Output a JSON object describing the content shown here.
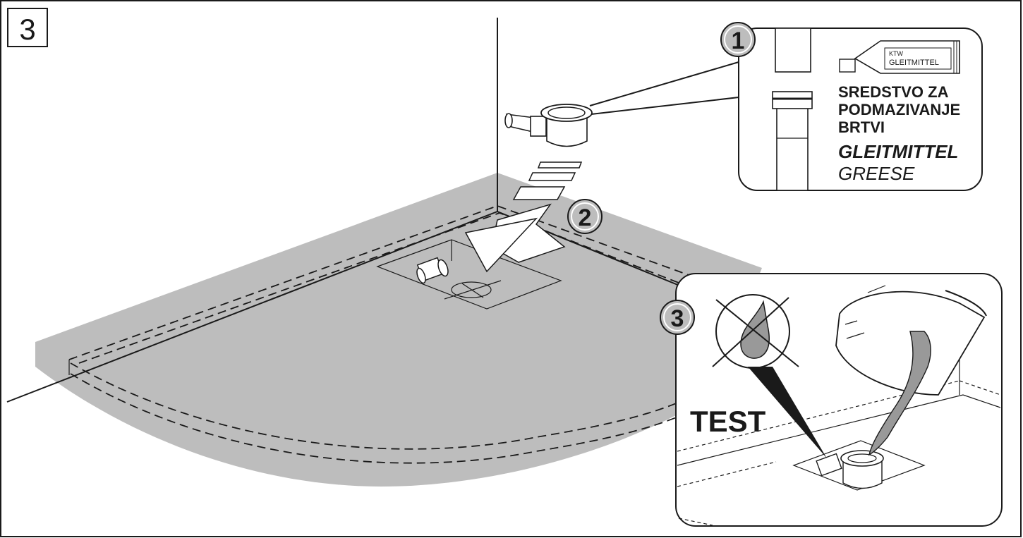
{
  "step_number": "3",
  "markers": [
    "1",
    "2",
    "3"
  ],
  "tube_label": {
    "brand": "KTW",
    "name": "GLEITMITTEL"
  },
  "lubricant_text": {
    "line1": "SREDSTVO ZA",
    "line2": "PODMAZIVANJE",
    "line3": "BRTVI",
    "line4": "GLEITMITTEL",
    "line5": "GREESE"
  },
  "test_label": "TEST",
  "colors": {
    "tray": "#bdbdbd",
    "liquid": "#999999",
    "ink": "#1a1a1a"
  }
}
